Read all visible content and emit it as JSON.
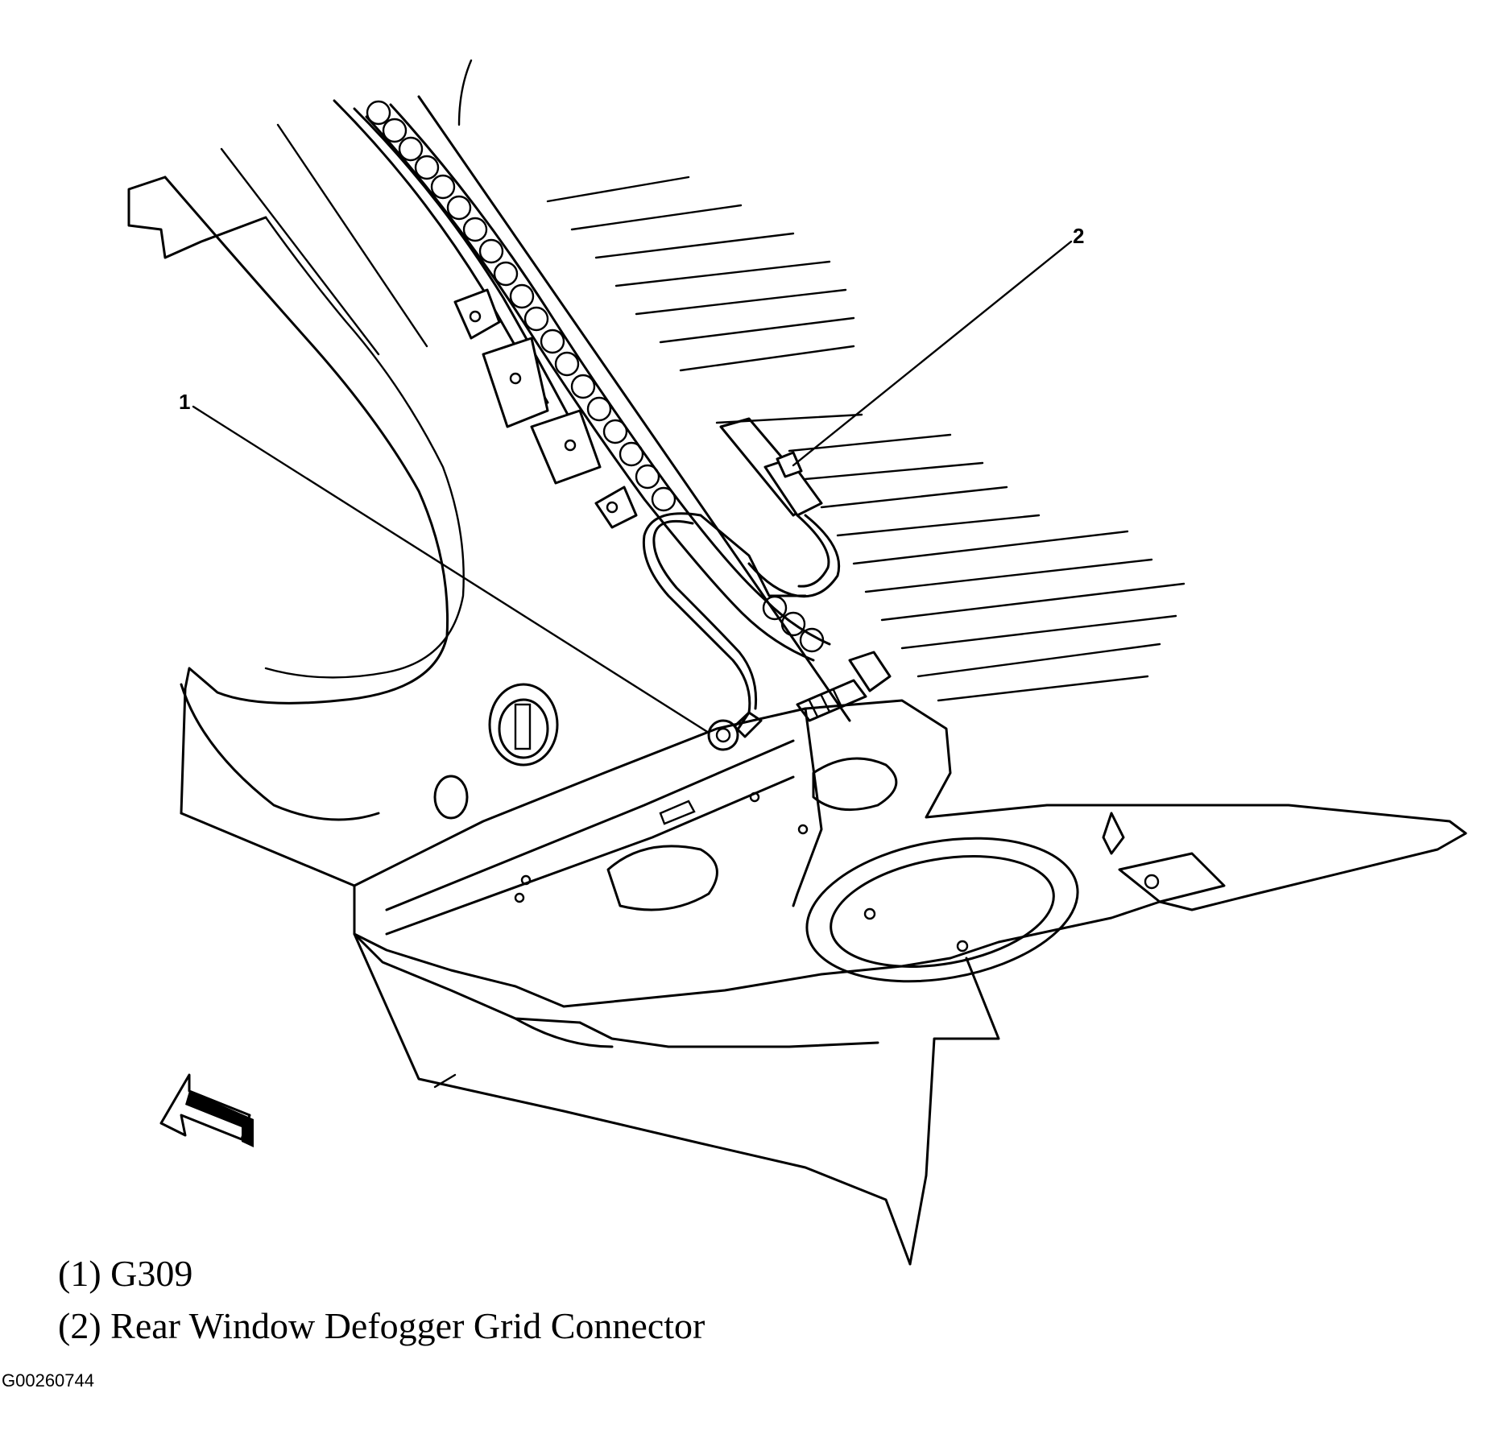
{
  "callouts": [
    {
      "number": "1"
    },
    {
      "number": "2"
    }
  ],
  "legend": [
    {
      "text": "(1) G309"
    },
    {
      "text": "(2) Rear Window Defogger Grid Connector"
    }
  ],
  "figure_code": "G00260744"
}
